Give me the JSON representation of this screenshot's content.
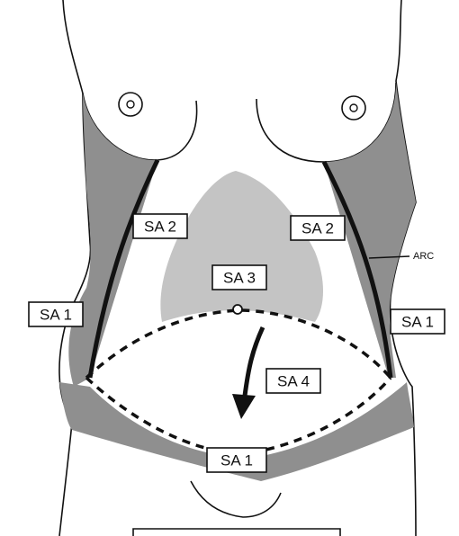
{
  "labels": {
    "sa2_left": "SA 2",
    "sa2_right": "SA 2",
    "sa3": "SA 3",
    "sa1_left": "SA 1",
    "sa1_right": "SA 1",
    "sa4": "SA 4",
    "sa1_bottom": "SA 1",
    "arc": "ARC"
  },
  "colors": {
    "background": "#ffffff",
    "outline": "#111111",
    "shaded_zone": "#8f8f8f",
    "upper_central_zone": "#c4c4c4"
  }
}
